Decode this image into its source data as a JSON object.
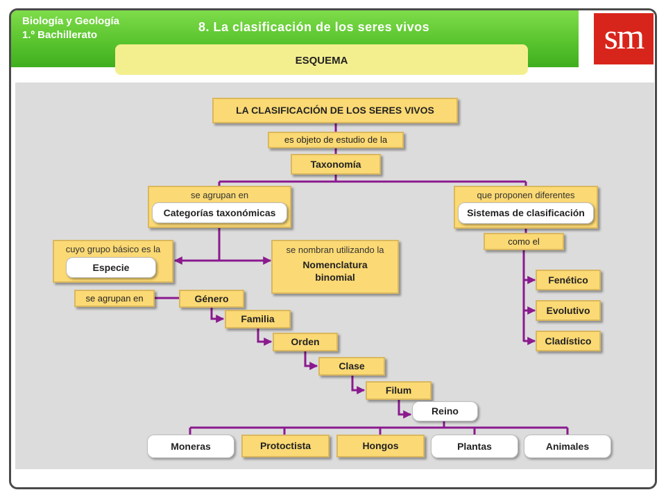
{
  "header": {
    "subject_line1": "Biología y Geología",
    "subject_line2": "1.º Bachillerato",
    "unit_title": "8. La clasificación de los seres vivos",
    "logo_text": "sm",
    "tab_label": "ESQUEMA"
  },
  "diagram": {
    "main_title": "LA CLASIFICACIÓN DE LOS SERES VIVOS",
    "link_objeto": "es objeto de estudio de la",
    "taxonomia": "Taxonomía",
    "left_caption": "se agrupan en",
    "categorias": "Categorías taxonómicas",
    "right_caption": "que proponen diferentes",
    "sistemas": "Sistemas de clasificación",
    "grupo_caption": "cuyo grupo básico es la",
    "especie": "Especie",
    "nombran_caption": "se nombran utilizando la",
    "nomenclatura_line1": "Nomenclatura",
    "nomenclatura_line2": "binomial",
    "agrupan2": "se agrupan en",
    "como_el": "como el",
    "ranks": [
      "Género",
      "Familia",
      "Orden",
      "Clase",
      "Filum",
      "Reino"
    ],
    "systems": [
      "Fenético",
      "Evolutivo",
      "Cladístico"
    ],
    "kingdoms": [
      "Moneras",
      "Protoctista",
      "Hongos",
      "Plantas",
      "Animales"
    ]
  },
  "colors": {
    "box_fill": "#fbd974",
    "connector": "#8a1a8e",
    "header_green": "#59c42e",
    "logo_red": "#d8251c",
    "tab_yellow": "#f4ef8e"
  }
}
